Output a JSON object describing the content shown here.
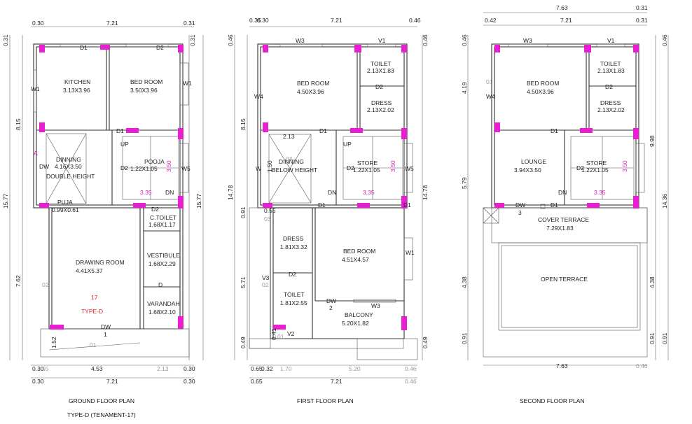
{
  "colors": {
    "column": "#e81fd0",
    "wall": "#333333",
    "accent_red": "#d8232a",
    "accent_magenta": "#d61fb1"
  },
  "ground": {
    "caption": "GROUND FLOOR PLAN",
    "sub_caption": "TYPE-D (TENAMENT-17)",
    "top_dims": [
      "0.30",
      "7.21",
      "0.31"
    ],
    "bottom_dims_1": [
      "0.30",
      "55",
      "4.53",
      "2.13",
      "0.30"
    ],
    "bottom_dims_2": [
      "0.30",
      "7.21",
      "0.30"
    ],
    "left_dims": [
      "0.31",
      "8.15",
      "15.77",
      "7.62",
      "1.52"
    ],
    "right_dims": [
      "0.31",
      "15.77"
    ],
    "rooms": {
      "kitchen": "KITCHEN",
      "kitchen_size": "3.13X3.96",
      "bed": "BED ROOM",
      "bed_size": "3.50X3.96",
      "dinning": "DINNING",
      "dinning_size": "4.16X3.50",
      "dinning_note": "DOUBLE HEIGHT",
      "pooja": "POOJA",
      "pooja_size": "1.22X1.05",
      "puja": "PUJA",
      "puja_size": "0.99X0.61",
      "ctoilet": "C.TOILET",
      "ctoilet_size": "1.68X1.17",
      "drawing": "DRAWING ROOM",
      "drawing_size": "4.41X5.37",
      "vestibule": "VESTIBULE",
      "vestibule_size": "1.68X2.29",
      "varandah": "VARANDAH",
      "varandah_size": "1.68X2.10"
    },
    "tags": {
      "d1a": "D1",
      "d2a": "D2",
      "w1a": "W1",
      "w1b": "W1",
      "d1b": "D1",
      "up": "UP",
      "d2b": "D2",
      "w5": "W5",
      "dn": "DN",
      "d2c": "D2",
      "d": "D",
      "dw": "DW",
      "dwb": "DW",
      "one": "1",
      "a": "A",
      "o2": "02",
      "o1": "01"
    },
    "stair_dims": {
      "v": "3.50",
      "h": "3.35"
    },
    "unit_no": "17",
    "unit_type": "TYPE-D"
  },
  "first": {
    "caption": "FIRST FLOOR PLAN",
    "top_dims": [
      "0.35",
      "0.30",
      "7.21",
      "0.46"
    ],
    "bottom_dims_1": [
      "0.65",
      "0.32",
      "1.70",
      "5.20",
      "0.46"
    ],
    "bottom_dims_2": [
      "0.65",
      "7.21",
      "0.46"
    ],
    "left_dims": [
      "0.46",
      "8.15",
      "14.78",
      "0.91",
      "5.71",
      "0.49"
    ],
    "right_dims": [
      "0.46",
      "14.78",
      "0.49"
    ],
    "rooms": {
      "bed1": "BED ROOM",
      "bed1_size": "4.50X3.96",
      "toilet1": "TOILET",
      "toilet1_size": "2.13X1.83",
      "dress1": "DRESS",
      "dress1_size": "2.13X2.02",
      "dinning": "DINNING",
      "dinning_note": "BELOW HEIGHT",
      "dinning_dim": "2.13",
      "dinning_v": "1.50",
      "store": "STORE",
      "store_size": "1.22X1.05",
      "dress2": "DRESS",
      "dress2_size": "1.81X3.32",
      "bed2": "BED ROOM",
      "bed2_size": "4.51X4.57",
      "toilet2": "TOILET",
      "toilet2_size": "1.81X2.55",
      "balcony": "BALCONY",
      "balcony_size": "5.20X1.82"
    },
    "tags": {
      "w3a": "W3",
      "v1": "V1",
      "d2a": "D2",
      "w4": "W4",
      "d1a": "D1",
      "up": "UP",
      "d2b": "D2",
      "w5": "W5",
      "w": "W",
      "dn": "DN",
      "d1b": "D1",
      "d1c": "D1",
      "d2c": "D2",
      "w1": "W1",
      "v3": "V3",
      "dw": "DW",
      "two": "2",
      "w3b": "W3",
      "v2": "V2",
      "o55": "0.55",
      "o3": "03",
      "o2": "02",
      "o4": "04",
      "o41": "0.41",
      "o1": "01"
    },
    "stair_dims": {
      "v": "3.50",
      "h": "3.35"
    }
  },
  "second": {
    "caption": "SECOND FLOOR PLAN",
    "top_dims": [
      "7.63",
      "0.31",
      "0.42",
      "7.21",
      "0.31"
    ],
    "bottom_dims_1": [
      "7.63",
      "0.46"
    ],
    "left_dims": [
      "0.46",
      "4.19",
      "5.79",
      "4.38",
      "0.91"
    ],
    "right_dims": [
      "0.46",
      "9.98",
      "14.36",
      "4.38",
      "0.91",
      "0.91"
    ],
    "rooms": {
      "bed": "BED ROOM",
      "bed_size": "4.50X3.96",
      "toilet": "TOILET",
      "toilet_size": "2.13X1.83",
      "dress": "DRESS",
      "dress_size": "2.13X2.02",
      "lounge": "LOUNGE",
      "lounge_size": "3.94X3.50",
      "store": "STORE",
      "store_size": "1.22X1.05",
      "cover": "COVER TERRACE",
      "cover_size": "7.29X1.83",
      "open": "OPEN TERRACE"
    },
    "tags": {
      "w3": "W3",
      "v1": "V1",
      "d2a": "D2",
      "w4": "W4",
      "d1a": "D1",
      "d2b": "D2",
      "dn": "DN",
      "dw": "DW",
      "three": "3",
      "d1b": "D1",
      "o1": "01"
    },
    "stair_dims": {
      "v": "3.50",
      "h": "3.35"
    }
  }
}
